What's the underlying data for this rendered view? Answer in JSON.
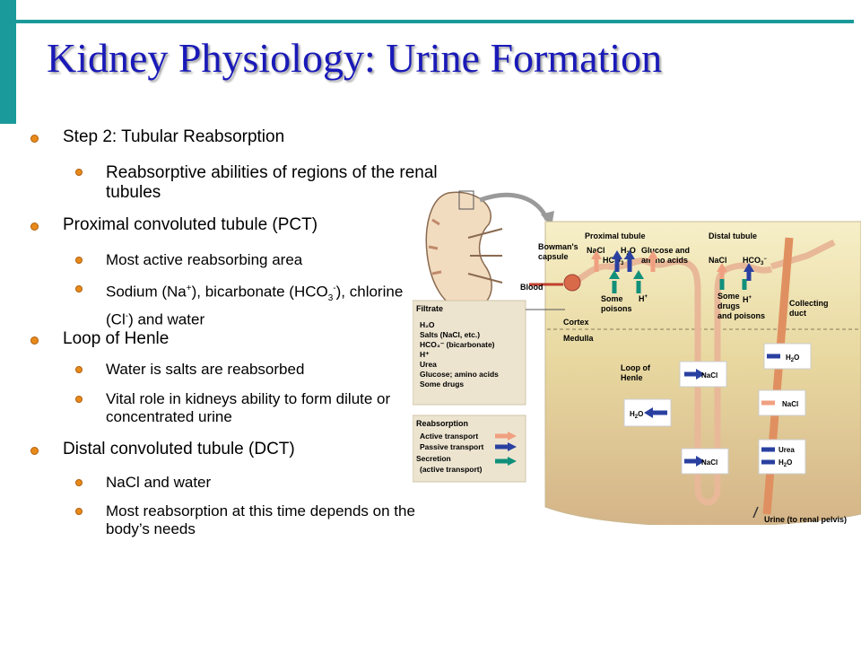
{
  "slide": {
    "title": "Kidney Physiology: Urine Formation",
    "accent_color": "#1a9a9a",
    "title_color": "#1a1ab8",
    "bullet_color": "#e88a1a"
  },
  "bullets": {
    "step2": "Step 2: Tubular Reabsorption",
    "step2_sub": "Reabsorptive abilities of regions of the renal tubules",
    "pct": "Proximal convoluted tubule (PCT)",
    "pct_sub1": "Most active reabsorbing area",
    "pct_sub2_a": "Sodium (Na",
    "pct_sub2_sup1": "+",
    "pct_sub2_b": "), bicarbonate (HCO",
    "pct_sub2_sub": "3",
    "pct_sub2_sup2": "-",
    "pct_sub2_c": "), chlorine (Cl",
    "pct_sub2_sup3": "-",
    "pct_sub2_d": ") and water",
    "loop": "Loop of Henle",
    "loop_sub1": "Water is salts are reabsorbed",
    "loop_sub2": "Vital role in kidneys ability to form dilute or concentrated urine",
    "dct": "Distal convoluted tubule (DCT)",
    "dct_sub1": "NaCl and water",
    "dct_sub2": "Most reabsorption at this time depends on the body’s needs"
  },
  "diagram": {
    "proximal_tubule": "Proximal tubule",
    "distal_tubule": "Distal tubule",
    "bowmans_1": "Bowman's",
    "bowmans_2": "capsule",
    "blood": "Blood",
    "nacl": "NaCl",
    "hco3": "HCO",
    "h2o": "H",
    "h2o_tail": "O",
    "glucose_1": "Glucose and",
    "glucose_2": "amino acids",
    "some_poisons_1": "Some",
    "some_poisons_2": "poisons",
    "h_plus": "H",
    "some_drugs_1": "Some",
    "some_drugs_2": "drugs",
    "some_drugs_3": "and poisons",
    "collecting_1": "Collecting",
    "collecting_2": "duct",
    "cortex": "Cortex",
    "medulla": "Medulla",
    "loop_1": "Loop of",
    "loop_2": "Henle",
    "urea": "Urea",
    "urine": "Urine (to renal pelvis)",
    "filtrate_box": {
      "heading": "Filtrate",
      "items": [
        "H₂O",
        "Salts (NaCl, etc.)",
        "HCO₃⁻ (bicarbonate)",
        "H⁺",
        "Urea",
        "Glucose; amino acids",
        "Some drugs"
      ]
    },
    "legend": {
      "heading": "Reabsorption",
      "active": "Active transport",
      "passive": "Passive transport",
      "secretion_1": "Secretion",
      "secretion_2": "(active transport)",
      "active_color": "#f0a080",
      "passive_color": "#2a40a0",
      "secretion_color": "#10907a"
    }
  }
}
